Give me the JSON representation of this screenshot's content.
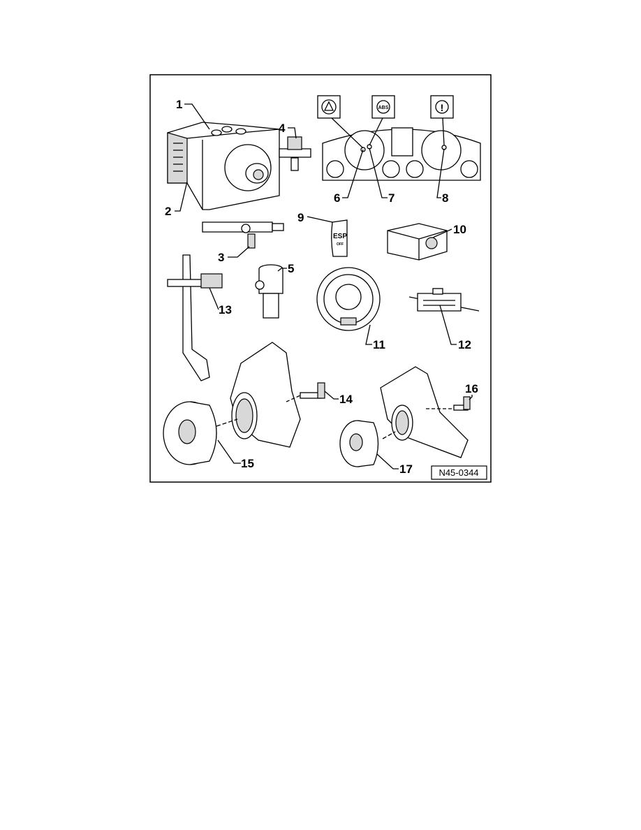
{
  "figure": {
    "reference": "N45-0344",
    "callouts": {
      "c1": "1",
      "c2": "2",
      "c3": "3",
      "c4": "4",
      "c5": "5",
      "c6": "6",
      "c7": "7",
      "c8": "8",
      "c9": "9",
      "c10": "10",
      "c11": "11",
      "c12": "12",
      "c13": "13",
      "c14": "14",
      "c15": "15",
      "c16": "16",
      "c17": "17"
    },
    "warning_symbols": {
      "abs": "ABS",
      "brake": "!"
    },
    "esp_button": {
      "label": "ESP",
      "sub_label": "OFF"
    }
  }
}
